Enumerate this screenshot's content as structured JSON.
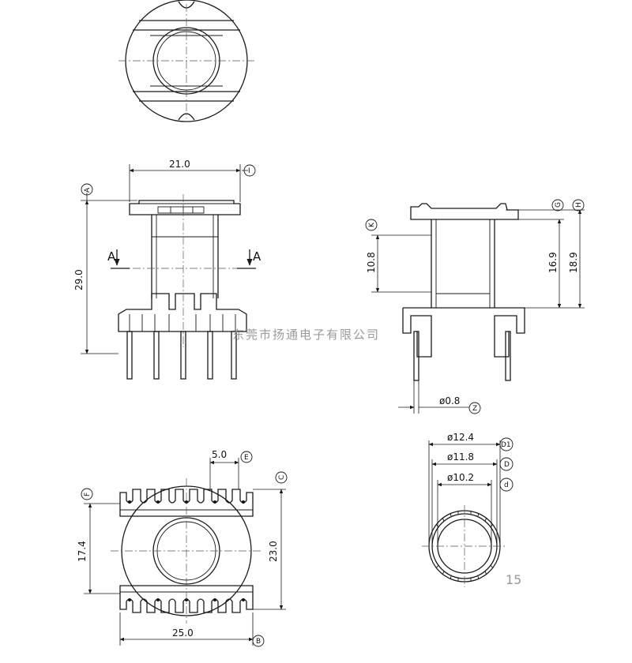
{
  "dimensions": {
    "width_21": "21.0",
    "height_29": "29.0",
    "h_10_8": "10.8",
    "h_16_9": "16.9",
    "h_18_9": "18.9",
    "pin_dia": "ø0.8",
    "d12_4": "ø12.4",
    "d11_8": "ø11.8",
    "d10_2": "ø10.2",
    "pitch_5": "5.0",
    "h_17_4": "17.4",
    "h_23": "23.0",
    "w_25": "25.0"
  },
  "section_marks": {
    "left": "A",
    "right": "A"
  },
  "labels": {
    "A": "A",
    "I": "I",
    "K": "K",
    "G": "G",
    "H": "H",
    "Z": "Z",
    "D1": "D1",
    "D": "D",
    "d": "d",
    "E": "E",
    "C": "C",
    "F": "F",
    "B": "B"
  },
  "watermark": "东莞市扬通电子有限公司",
  "page_number": "15"
}
